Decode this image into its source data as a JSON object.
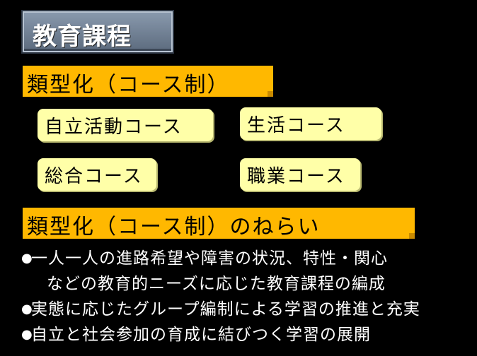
{
  "title": "教育課程",
  "section1": {
    "heading": "類型化（コース制）",
    "courses": [
      "自立活動コース",
      "生活コース",
      "総合コース",
      "職業コース"
    ]
  },
  "section2": {
    "heading": "類型化（コース制）のねらい",
    "bullet_symbol": "●",
    "aims": [
      "一人一人の進路希望や障害の状況、特性・関心",
      "などの教育的ニーズに応じた教育課程の編成",
      "実態に応じたグループ編制による学習の推進と充実",
      "自立と社会参加の育成に結びつく学習の展開"
    ]
  },
  "colors": {
    "background": "#000000",
    "banner": "#ffb800",
    "course_box": "#ffffa8",
    "title_box": "#6f7f93"
  }
}
